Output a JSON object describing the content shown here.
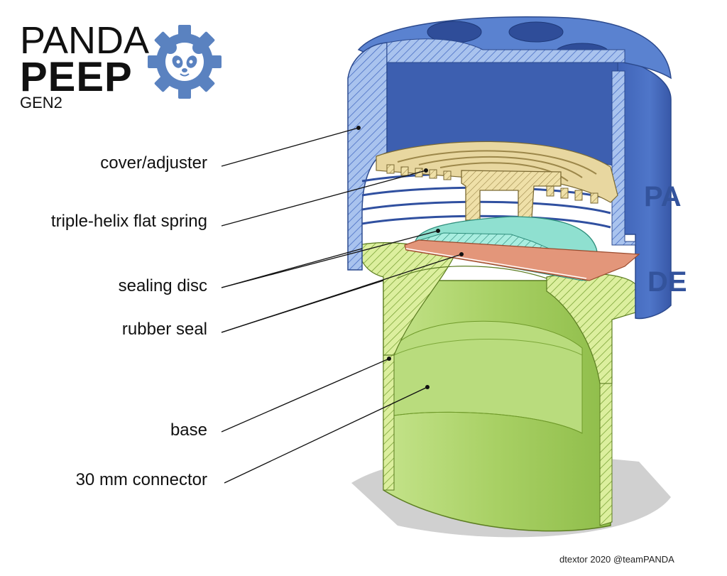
{
  "logo": {
    "line1": "PANDA",
    "line2": "PEEP",
    "line3": "GEN2",
    "gear_icon": "gear-panda-icon",
    "gear_color": "#5a82c0"
  },
  "labels": [
    {
      "id": "cover",
      "text": "cover/adjuster"
    },
    {
      "id": "spring",
      "text": "triple-helix flat spring"
    },
    {
      "id": "disc",
      "text": "sealing disc"
    },
    {
      "id": "seal",
      "text": "rubber seal"
    },
    {
      "id": "base",
      "text": "base"
    },
    {
      "id": "connector",
      "text": "30 mm connector"
    }
  ],
  "cover_side_text": "PA DE",
  "credit": "dtextor 2020 @teamPANDA",
  "colors": {
    "cover": "#4a6fc4",
    "spring": "#e8d7a0",
    "sealing_disc": "#8fe0d0",
    "rubber_seal": "#e3967a",
    "base": "#a9d36b"
  }
}
